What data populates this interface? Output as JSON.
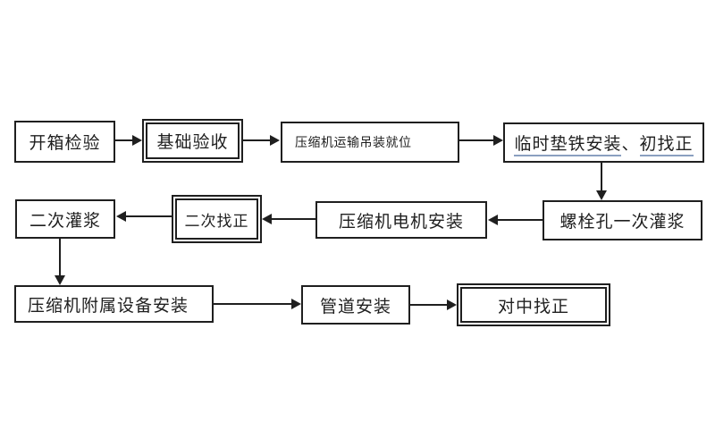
{
  "diagram": {
    "type": "flowchart",
    "background_color": "#ffffff",
    "line_color": "#1f1f1f",
    "underline_color": "#8a9fc0",
    "nodes": [
      {
        "id": "open-box-inspection",
        "label": "开箱检验",
        "border": "single"
      },
      {
        "id": "foundation-acceptance",
        "label": "基础验收",
        "border": "double"
      },
      {
        "id": "compressor-hoisting",
        "label": "压缩机运输吊装就位",
        "border": "single"
      },
      {
        "id": "temp-shim-initial-align",
        "label": "临时垫铁安装、初找正",
        "border": "single",
        "parts": {
          "underlined1": "临时垫铁安装",
          "separator": "、",
          "underlined2": "初找正"
        }
      },
      {
        "id": "bolt-hole-first-grout",
        "label": "螺栓孔一次灌浆",
        "border": "single"
      },
      {
        "id": "compressor-motor-install",
        "label": "压缩机电机安装",
        "border": "single"
      },
      {
        "id": "second-alignment",
        "label": "二次找正",
        "border": "double"
      },
      {
        "id": "second-grouting",
        "label": "二次灌浆",
        "border": "single"
      },
      {
        "id": "auxiliary-equip-install",
        "label": "压缩机附属设备安装",
        "border": "single"
      },
      {
        "id": "pipeline-install",
        "label": "管道安装",
        "border": "single"
      },
      {
        "id": "center-alignment",
        "label": "对中找正",
        "border": "double"
      }
    ],
    "edges": [
      {
        "from": "open-box-inspection",
        "to": "foundation-acceptance",
        "direction": "right"
      },
      {
        "from": "foundation-acceptance",
        "to": "compressor-hoisting",
        "direction": "right"
      },
      {
        "from": "compressor-hoisting",
        "to": "temp-shim-initial-align",
        "direction": "right"
      },
      {
        "from": "temp-shim-initial-align",
        "to": "bolt-hole-first-grout",
        "direction": "down"
      },
      {
        "from": "bolt-hole-first-grout",
        "to": "compressor-motor-install",
        "direction": "left"
      },
      {
        "from": "compressor-motor-install",
        "to": "second-alignment",
        "direction": "left"
      },
      {
        "from": "second-alignment",
        "to": "second-grouting",
        "direction": "left"
      },
      {
        "from": "second-grouting",
        "to": "auxiliary-equip-install",
        "direction": "down"
      },
      {
        "from": "auxiliary-equip-install",
        "to": "pipeline-install",
        "direction": "right"
      },
      {
        "from": "pipeline-install",
        "to": "center-alignment",
        "direction": "right"
      }
    ]
  }
}
